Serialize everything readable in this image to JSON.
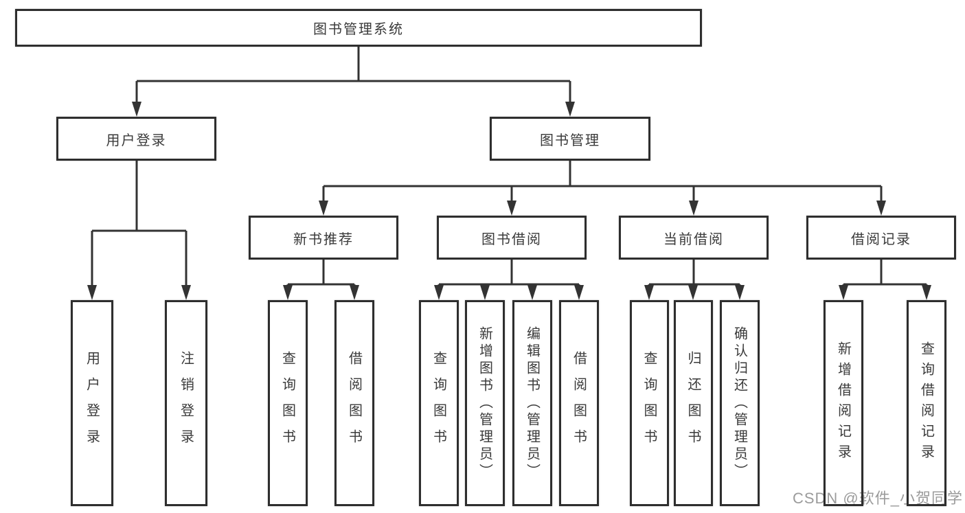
{
  "tree": {
    "label": "图书管理系统",
    "children": [
      {
        "label": "用户登录",
        "children": [
          {
            "label": "用户登录"
          },
          {
            "label": "注销登录"
          }
        ]
      },
      {
        "label": "图书管理",
        "children": [
          {
            "label": "新书推荐",
            "children": [
              {
                "label": "查询图书"
              },
              {
                "label": "借阅图书"
              }
            ]
          },
          {
            "label": "图书借阅",
            "children": [
              {
                "label": "查询图书"
              },
              {
                "label": "新增图书（管理员）"
              },
              {
                "label": "编辑图书（管理员）"
              },
              {
                "label": "借阅图书"
              }
            ]
          },
          {
            "label": "当前借阅",
            "children": [
              {
                "label": "查询图书"
              },
              {
                "label": "归还图书"
              },
              {
                "label": "确认归还（管理员）"
              }
            ]
          },
          {
            "label": "借阅记录",
            "children": [
              {
                "label": "新增借阅记录"
              },
              {
                "label": "查询借阅记录"
              }
            ]
          }
        ]
      }
    ]
  },
  "colors": {
    "line": "#333333",
    "border": "#2e2e2e",
    "text": "#3a3a3a",
    "watermark": "#9b9b9b"
  },
  "watermark": "CSDN @软件_小贺同学"
}
